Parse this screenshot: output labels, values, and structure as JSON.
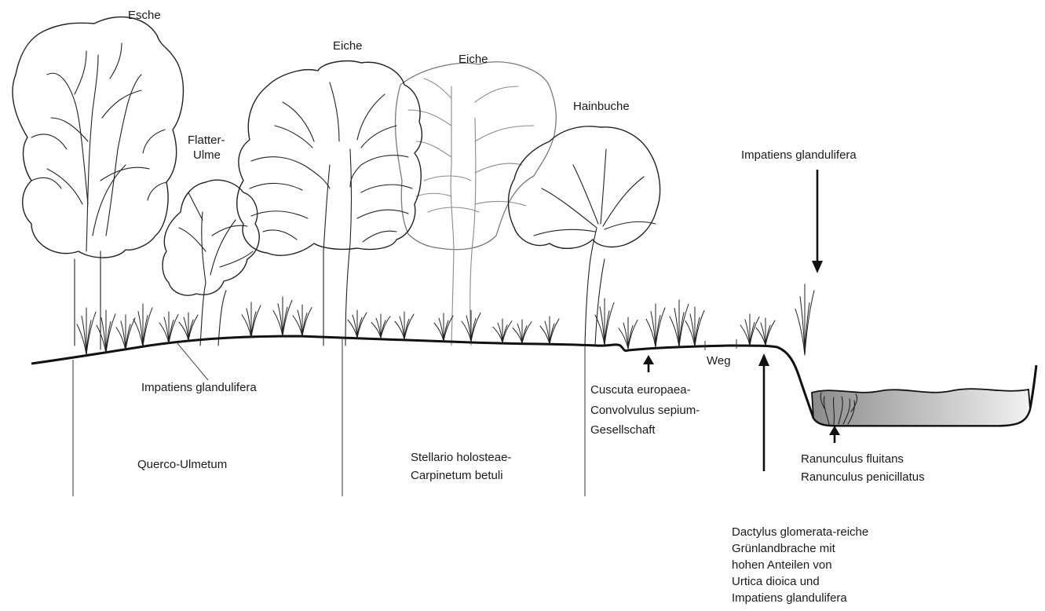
{
  "trees": {
    "esche": "Esche",
    "flatter_ulme_line1": "Flatter-",
    "flatter_ulme_line2": "Ulme",
    "eiche_front": "Eiche",
    "eiche_back": "Eiche",
    "hainbuche": "Hainbuche"
  },
  "plants": {
    "impatiens_top": "Impatiens glandulifera",
    "impatiens_ground": "Impatiens glandulifera",
    "cuscuta_line1": "Cuscuta europaea-",
    "cuscuta_line2": "Convolvulus sepium-",
    "cuscuta_line3": "Gesellschaft",
    "ranunculus_1": "Ranunculus fluitans",
    "ranunculus_2": "Ranunculus penicillatus"
  },
  "path_label": "Weg",
  "communities": {
    "querco": "Querco-Ulmetum",
    "stellario_line1": "Stellario holosteae-",
    "stellario_line2": "Carpinetum betuli"
  },
  "meadow": {
    "line1": "Dactylus glomerata-reiche",
    "line2": "Grünlandbrache mit",
    "line3": "hohen Anteilen von",
    "line4": "Urtica dioica und",
    "line5": "Impatiens glandulifera"
  },
  "colors": {
    "ink": "#1a1a1a",
    "faded_tree": "#7a7a7a",
    "water_top": "#f2f2f2",
    "water_bottom": "#8c8c8c"
  }
}
